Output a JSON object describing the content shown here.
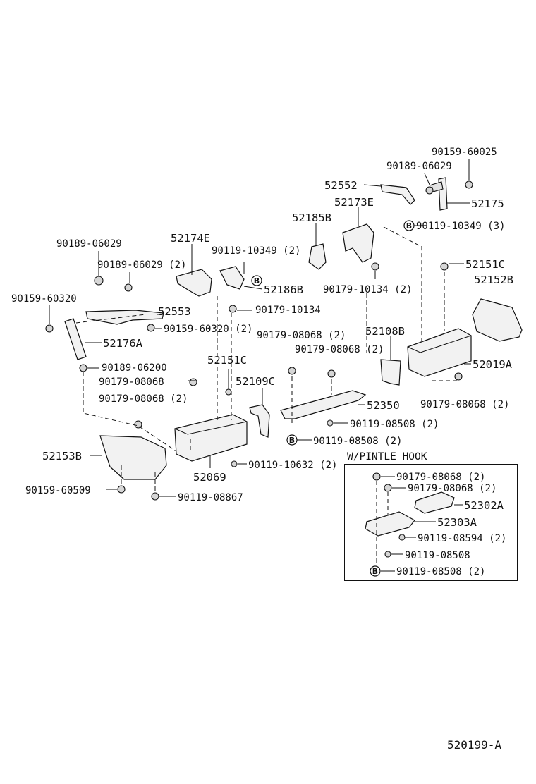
{
  "labels": {
    "p52552": "52552",
    "p90189_06029_top": "90189-06029",
    "p90159_60025": "90159-60025",
    "p52173E": "52173E",
    "p52175": "52175",
    "p52185B": "52185B",
    "p90119_10349_3": "90119-10349 (3)",
    "p52174E": "52174E",
    "p90119_10349_2": "90119-10349 (2)",
    "p90189_06029_left": "90189-06029",
    "p90189_06029_2": "90189-06029 (2)",
    "p52151C_right": "52151C",
    "p52152B": "52152B",
    "p52186B": "52186B",
    "p90179_10134_2": "90179-10134 (2)",
    "p90159_60320": "90159-60320",
    "p90179_10134": "90179-10134",
    "p52553": "52553",
    "p90159_60320_2": "90159-60320 (2)",
    "p90179_08068_2_a": "90179-08068 (2)",
    "p52176A": "52176A",
    "p52108B": "52108B",
    "p90179_08068_2_b": "90179-08068 (2)",
    "p90189_06200": "90189-06200",
    "p52151C_mid": "52151C",
    "p52019A": "52019A",
    "p90179_08068": "90179-08068",
    "p52109C": "52109C",
    "p90179_08068_2_c": "90179-08068 (2)",
    "p90179_08068_2_d": "90179-08068 (2)",
    "p52350": "52350",
    "p90119_08508_2_a": "90119-08508 (2)",
    "p90119_08508_2_b": "90119-08508 (2)",
    "p52153B": "52153B",
    "p90119_10632_2": "90119-10632 (2)",
    "p52069": "52069",
    "p90159_60509": "90159-60509",
    "p90119_08867": "90119-08867"
  },
  "inset": {
    "title": "W/PINTLE HOOK",
    "p90179_08068_2_e": "90179-08068 (2)",
    "p90179_08068_2_f": "90179-08068 (2)",
    "p52302A": "52302A",
    "p52303A": "52303A",
    "p90119_08594_2": "90119-08594 (2)",
    "p90119_08508": "90119-08508",
    "p90119_08508_2_c": "90119-08508 (2)"
  },
  "marker_letter": "B",
  "reference_code": "520199-A"
}
